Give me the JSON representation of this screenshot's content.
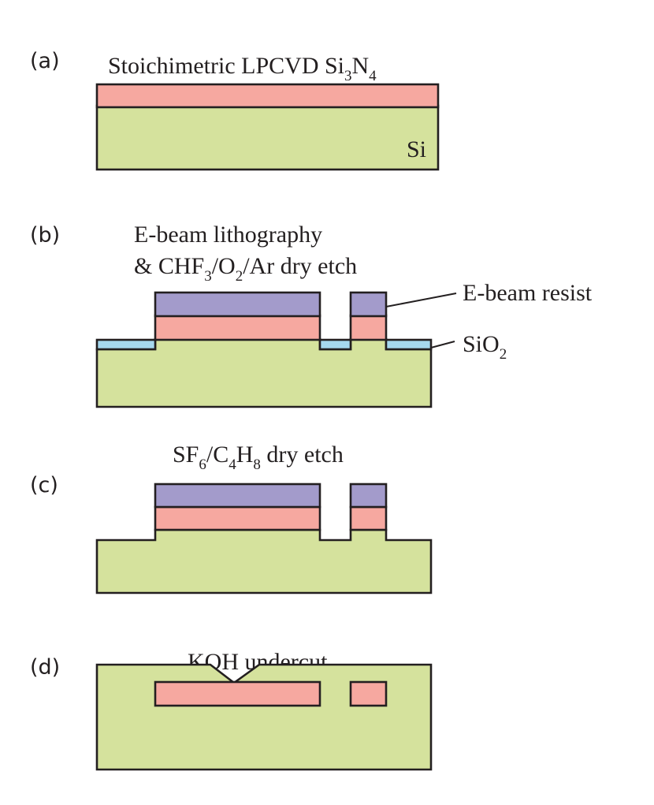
{
  "colors": {
    "silicon": "#d5e29d",
    "nitride": "#f6a8a0",
    "resist": "#a39bcb",
    "oxide": "#a6d8ee",
    "outline": "#231f20"
  },
  "panels": [
    {
      "letter": "(a)",
      "caption": {
        "main": "Stoichimetric LPCVD Si",
        "sub1": "3",
        "mid1": "N",
        "sub2": "4"
      },
      "si_label": "Si"
    },
    {
      "letter": "(b)",
      "caption_line1": "E-beam lithography",
      "caption_line2": {
        "p1": "& CHF",
        "s1": "3",
        "p2": "/O",
        "s2": "2",
        "p3": "/Ar dry etch"
      },
      "resist_label": "E-beam resist",
      "oxide_label": {
        "main": "SiO",
        "sub": "2"
      }
    },
    {
      "letter": "(c)",
      "caption": {
        "p1": "SF",
        "s1": "6",
        "p2": "/C",
        "s2": "4",
        "p3": "H",
        "s3": "8",
        "p4": " dry etch"
      }
    },
    {
      "letter": "(d)",
      "caption": "KOH undercut"
    }
  ]
}
